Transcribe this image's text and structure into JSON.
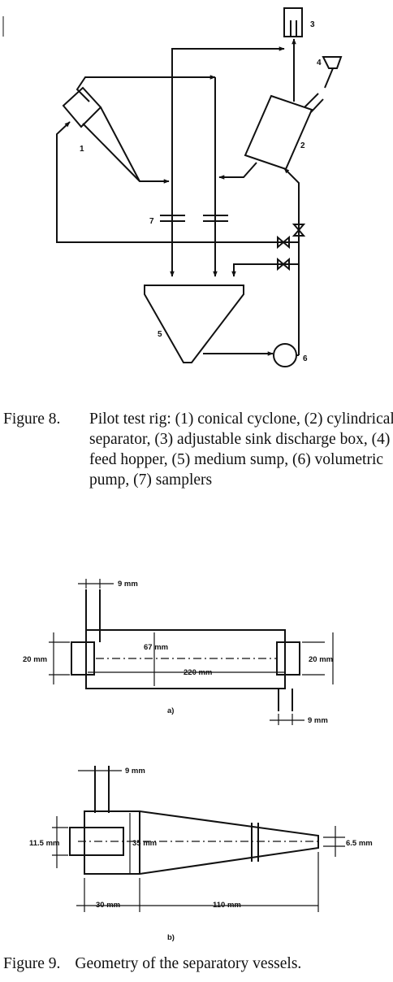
{
  "figure8": {
    "labels": {
      "n1": "1",
      "n2": "2",
      "n3": "3",
      "n4": "4",
      "n5": "5",
      "n6": "6",
      "n7": "7"
    },
    "caption_label": "Figure 8.",
    "caption_text": "Pilot test rig: (1) conical cyclone, (2) cylindrical separator, (3) adjustable sink discharge box, (4) feed hopper, (5) medium sump, (6) volumetric pump, (7) samplers"
  },
  "figure9": {
    "a": {
      "dim_inlet": "9 mm",
      "dim_left": "20 mm",
      "dim_dia": "67 mm",
      "dim_right": "20 mm",
      "dim_length": "220 mm",
      "dim_outlet": "9 mm",
      "sub_label": "a)"
    },
    "b": {
      "dim_inlet": "9 mm",
      "dim_left": "11.5 mm",
      "dim_dia": "35 mm",
      "dim_right": "6.5 mm",
      "dim_cyl": "30 mm",
      "dim_cone": "110 mm",
      "sub_label": "b)"
    },
    "caption_label": "Figure 9.",
    "caption_text": "Geometry of the separatory vessels."
  }
}
